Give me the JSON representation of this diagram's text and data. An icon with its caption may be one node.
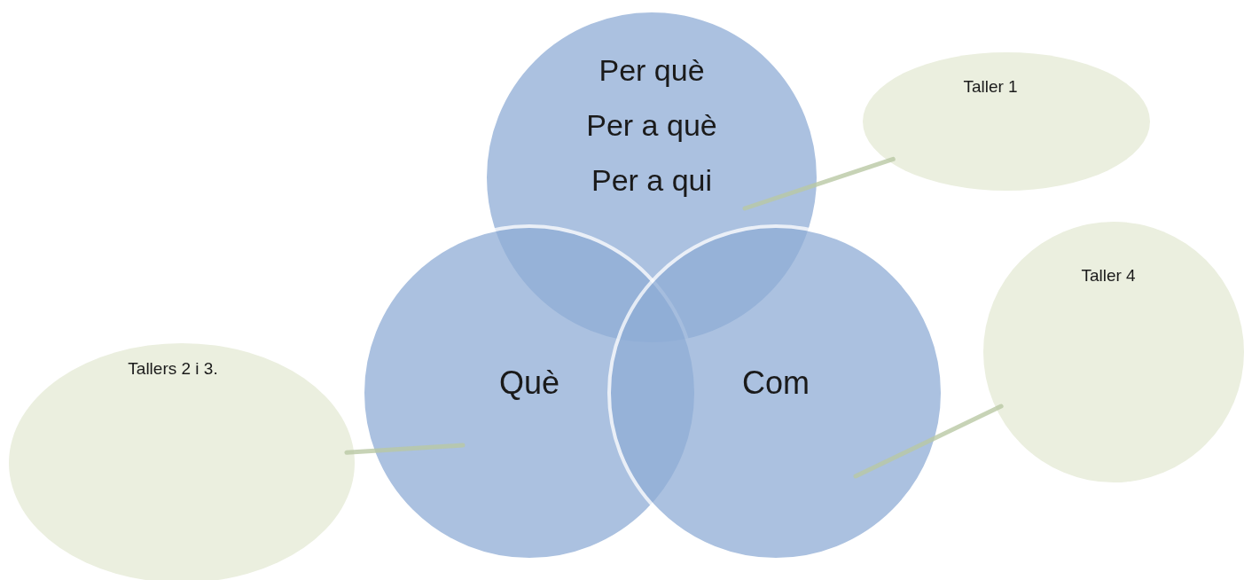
{
  "diagram": {
    "nodes": [
      {
        "text": [
          "Per què",
          "Per a què",
          "Per a qui"
        ]
      },
      {
        "text": [
          "Què"
        ]
      },
      {
        "text": [
          "Com"
        ]
      },
      {
        "text": [
          "Taller 1"
        ]
      },
      {
        "text": [
          "Taller 4"
        ]
      },
      {
        "text": [
          "Tallers 2 i 3."
        ]
      }
    ],
    "edges": [
      {
        "from": 3,
        "to": 0,
        "arrow": "none"
      },
      {
        "from": 4,
        "to": 2,
        "arrow": "none"
      },
      {
        "from": 5,
        "to": 1,
        "arrow": "none"
      }
    ]
  }
}
